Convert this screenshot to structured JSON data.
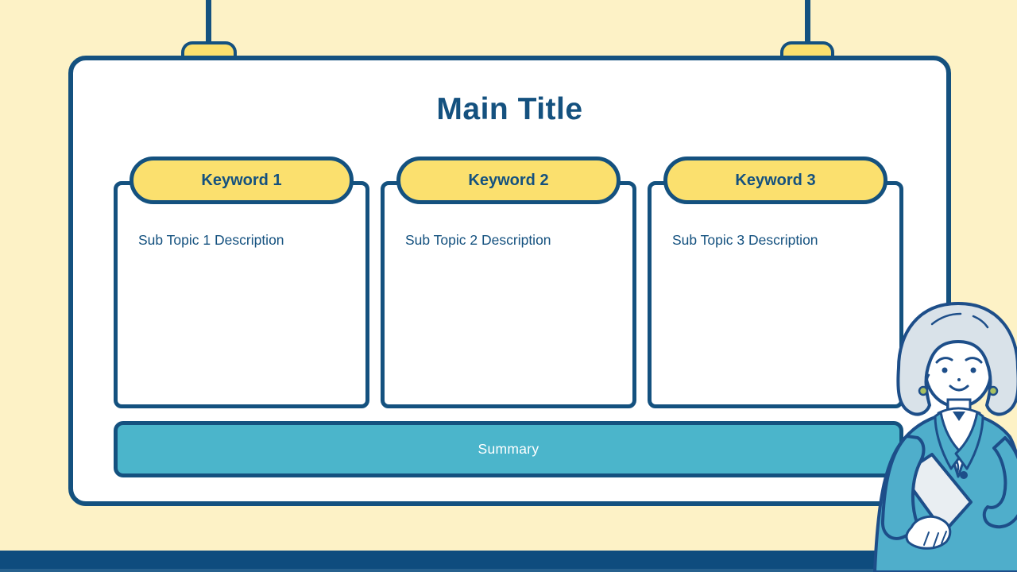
{
  "slide": {
    "title": "Main Title",
    "summary": "Summary",
    "columns": [
      {
        "keyword": "Keyword 1",
        "description": "Sub Topic 1 Description"
      },
      {
        "keyword": "Keyword 2",
        "description": "Sub Topic 2 Description"
      },
      {
        "keyword": "Keyword 3",
        "description": "Sub Topic 3 Description"
      }
    ]
  },
  "colors": {
    "background": "#FDF2C6",
    "navy": "#14517F",
    "yellow": "#FBE06E",
    "teal": "#4BB5CB",
    "footer": "#0E4C7E",
    "board": "#FFFFFF"
  },
  "illustration": {
    "name": "presenter-woman",
    "hair": "#D9E2E9",
    "jacket": "#4FAECB",
    "earring": "#A9C161"
  }
}
